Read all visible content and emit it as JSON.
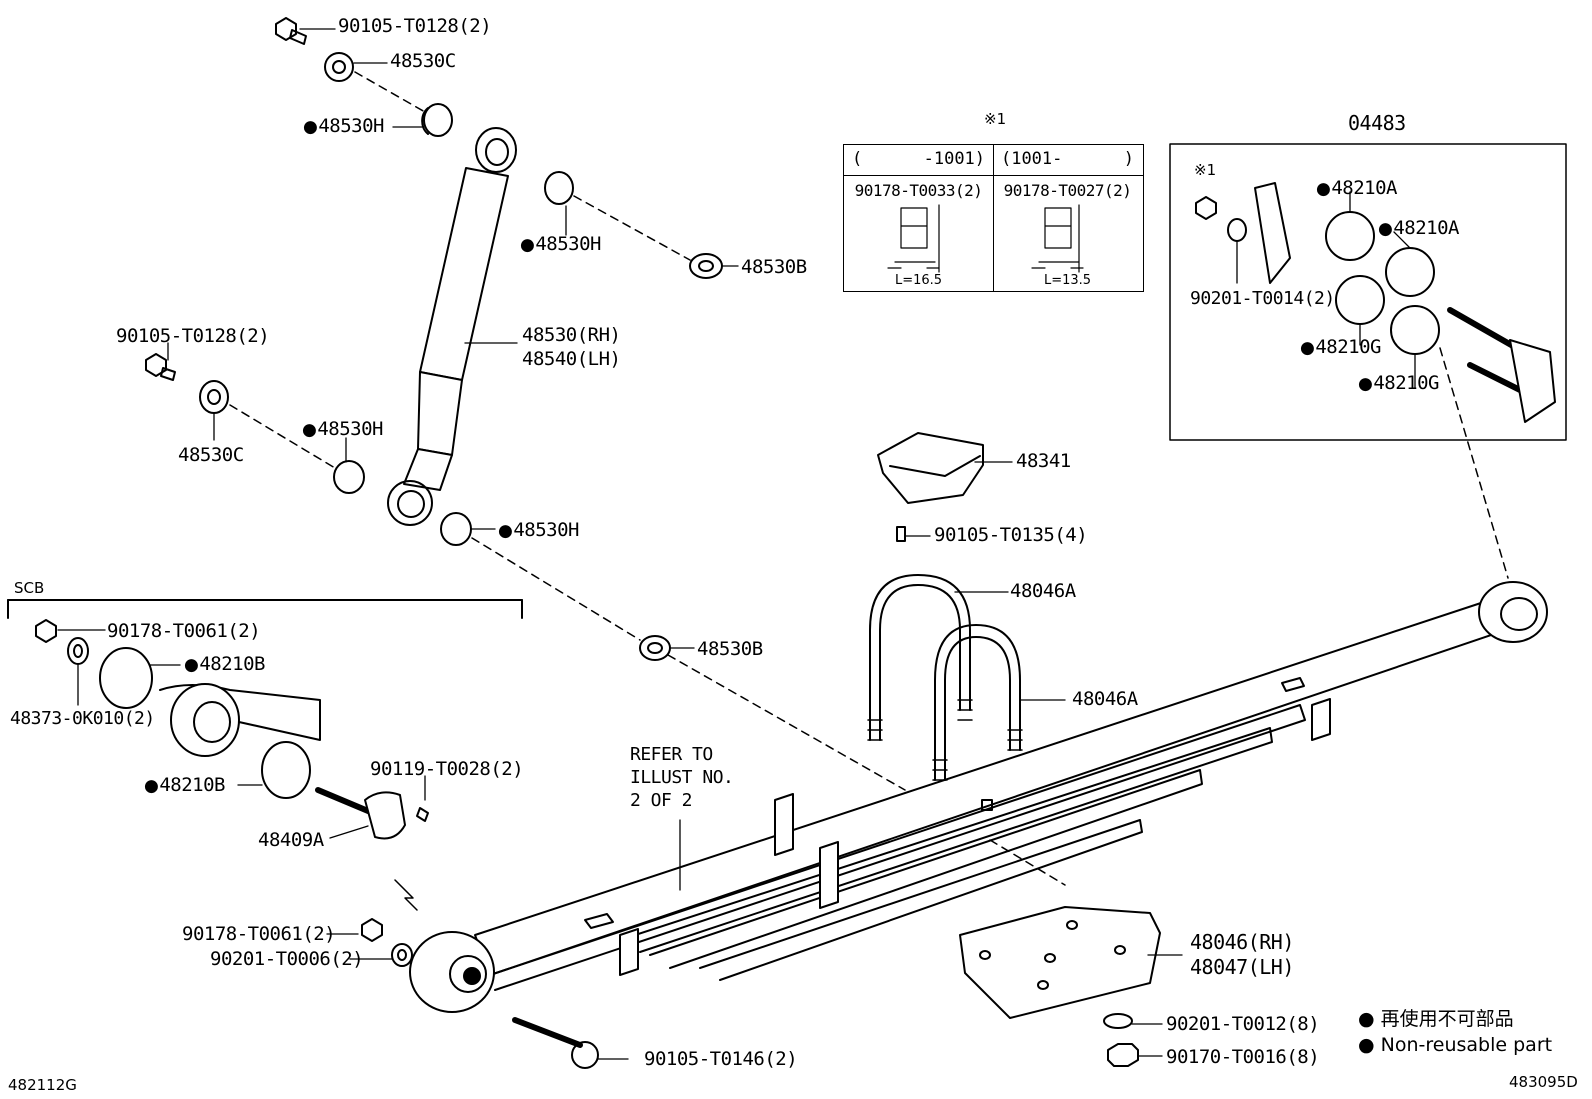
{
  "legend": {
    "mark": "●",
    "line1": "再使用不可部品",
    "line2": "Non-reusable part"
  },
  "footer": {
    "left_code": "482112G",
    "right_code": "483095D"
  },
  "scb_label": "SCB",
  "kit": {
    "number": "04483",
    "note_mark": "※1"
  },
  "table": {
    "note_mark": "※1",
    "columns": [
      {
        "header": "(      -1001)",
        "part": "90178-T0033(2)",
        "length": "L=16.5"
      },
      {
        "header": "(1001-      )",
        "part": "90178-T0027(2)",
        "length": "L=13.5"
      }
    ]
  },
  "refer_note": "REFER TO\nILLUST NO.\n2 OF 2",
  "labels": {
    "bolt_top": "90105-T0128(2)",
    "washer_top": "48530C",
    "bushing_top_left": "48530H",
    "bushing_top_right": "48530H",
    "retainer_top_right": "48530B",
    "shock_rh": "48530(RH)",
    "shock_lh": "48540(LH)",
    "bolt_left": "90105-T0128(2)",
    "washer_left": "48530C",
    "bushing_mid_left": "48530H",
    "bushing_lower_right": "48530H",
    "retainer_lower": "48530B",
    "bumper": "48341",
    "bumper_bolt": "90105-T0135(4)",
    "ubolt_1": "48046A",
    "ubolt_2": "48046A",
    "kit_bushing_a1": "48210A",
    "kit_bushing_a2": "48210A",
    "kit_washer": "90201-T0014(2)",
    "kit_bushing_g1": "48210G",
    "kit_bushing_g2": "48210G",
    "scb_nut": "90178-T0061(2)",
    "scb_bushing_1": "48210B",
    "scb_washer": "48373-0K010(2)",
    "scb_bushing_2": "48210B",
    "hanger_bolt": "90119-T0028(2)",
    "hanger": "48409A",
    "front_nut": "90178-T0061(2)",
    "front_washer": "90201-T0006(2)",
    "front_bolt": "90105-T0146(2)",
    "seat_rh": "48046(RH)",
    "seat_lh": "48047(LH)",
    "seat_washer": "90201-T0012(8)",
    "seat_nut": "90170-T0016(8)"
  }
}
